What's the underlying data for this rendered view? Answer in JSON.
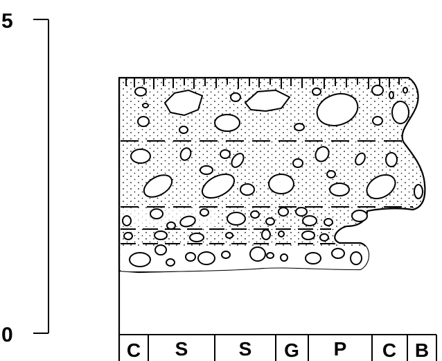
{
  "scale": {
    "top_label": "5",
    "bottom_label": "0"
  },
  "grain_size_columns": [
    "C",
    "S",
    "S",
    "G",
    "P",
    "C",
    "B"
  ]
}
